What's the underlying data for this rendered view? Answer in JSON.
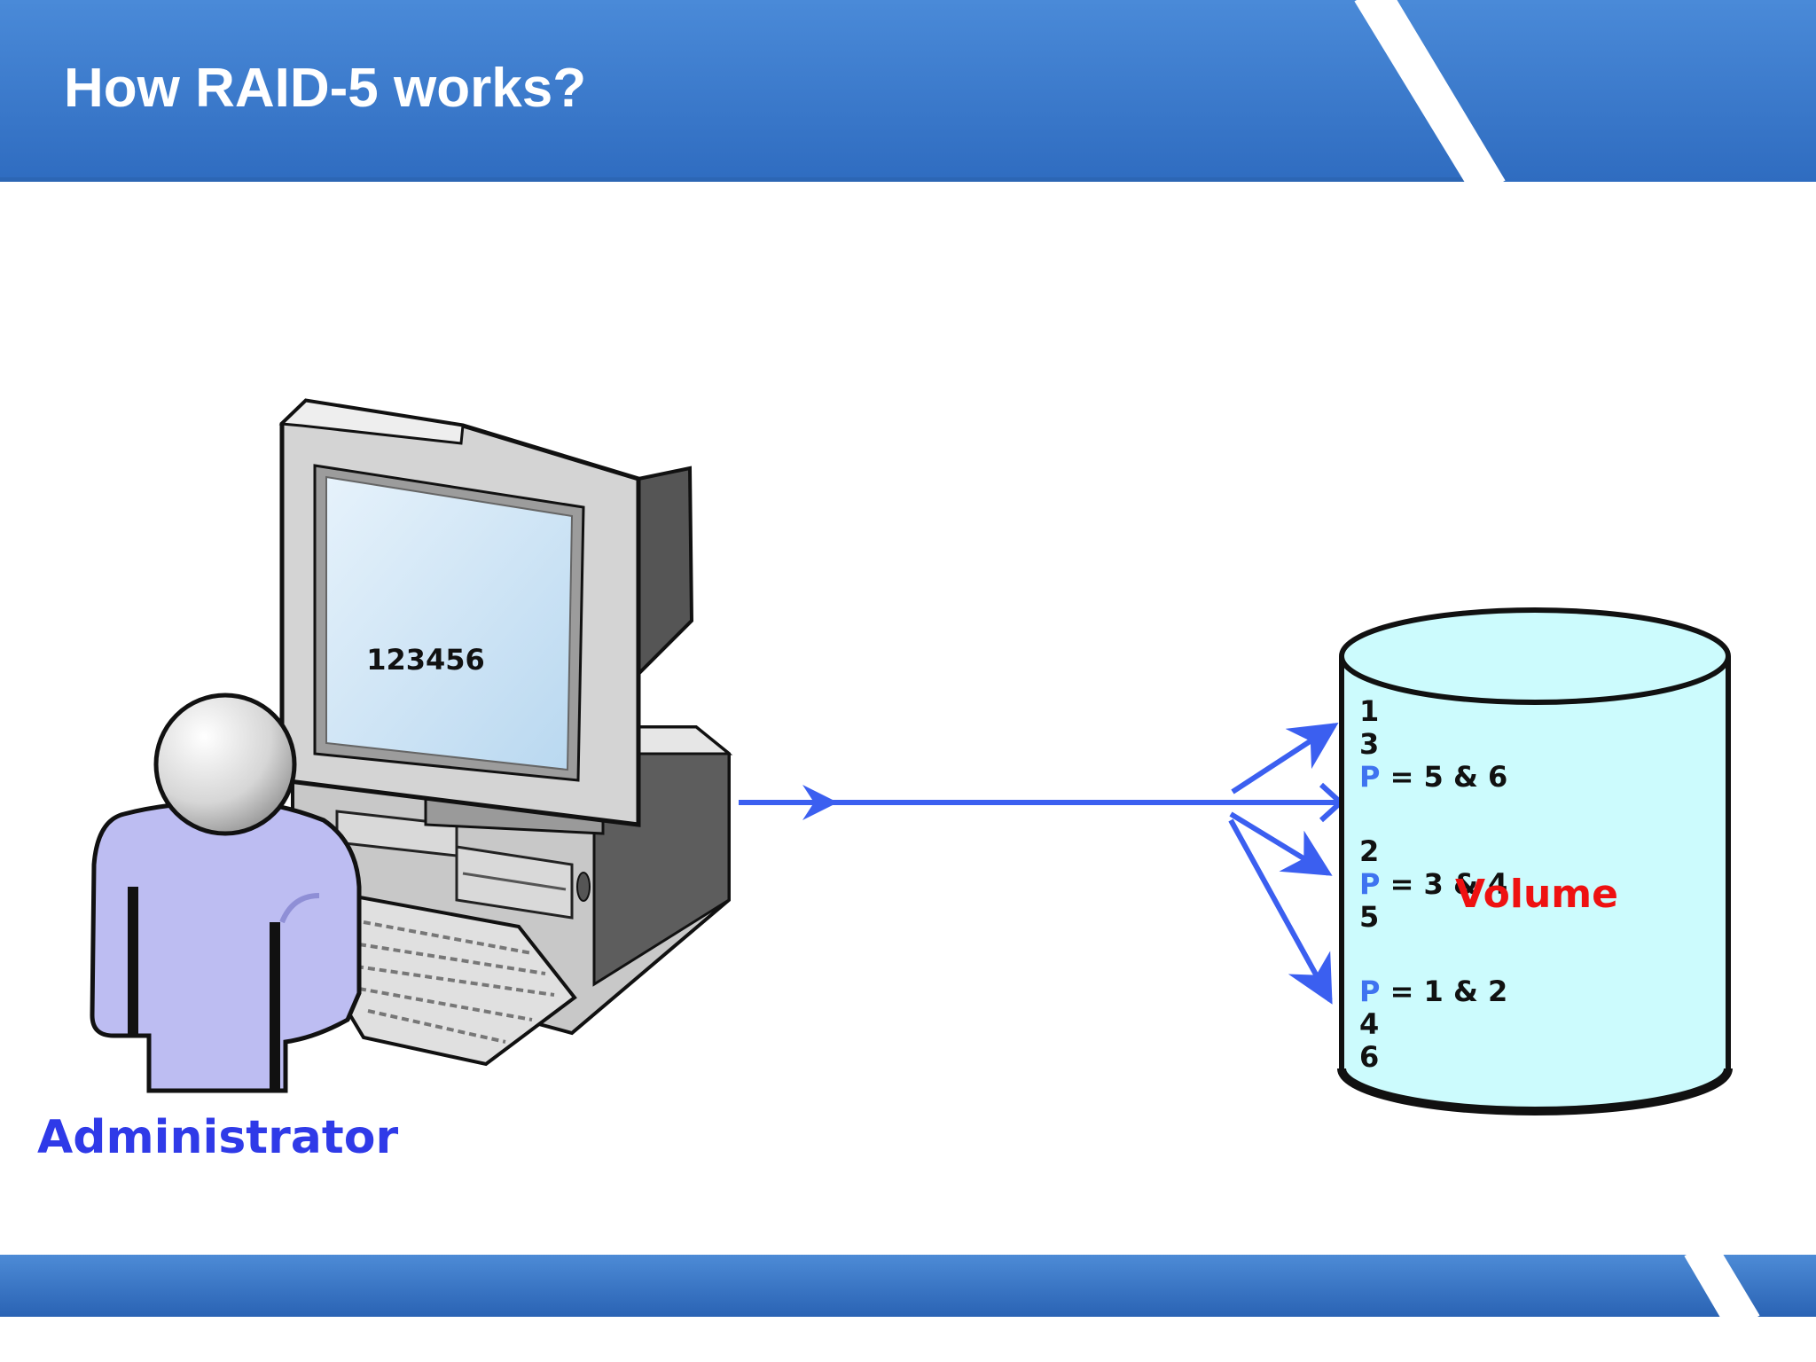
{
  "slide": {
    "title": "How RAID-5 works?"
  },
  "colors": {
    "banner_blue": "#3c7fd0",
    "banner_dark": "#2a62ad",
    "arrow_blue": "#3b5ff0",
    "label_blue": "#2f3ae8",
    "parity_blue": "#3f73f0",
    "volume_red": "#ee1111",
    "cylinder_fill": "#ccfbfd",
    "person_body": "#bdbdf2"
  },
  "icons": {
    "administrator": "user-person-icon",
    "computer": "desktop-computer-icon",
    "volume": "disk-cylinder-icon"
  },
  "computer": {
    "screen_data": "123456"
  },
  "administrator": {
    "label": "Administrator"
  },
  "volume": {
    "label": "Volume",
    "disk1": {
      "line1": "1",
      "line2": "3",
      "parity_letter": "P",
      "parity_rest": " = 5 & 6"
    },
    "disk2": {
      "line1": "2",
      "parity_letter": "P",
      "parity_rest": " = 3 & 4",
      "line3": "5"
    },
    "disk3": {
      "parity_letter": "P",
      "parity_rest": " = 1 & 2",
      "line2": "4",
      "line3": "6"
    }
  }
}
